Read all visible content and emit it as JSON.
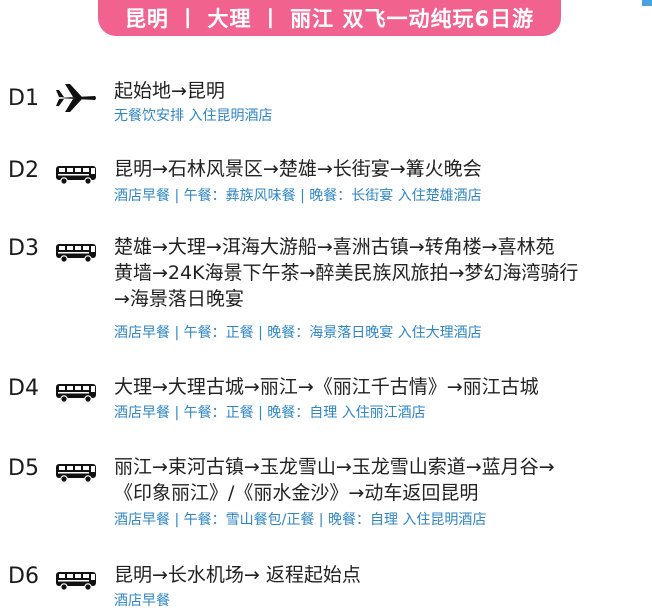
{
  "banner": {
    "title": "昆明 丨 大理 丨 丽江 双飞一动纯玩6日游"
  },
  "days": [
    {
      "label": "D1",
      "icon": "airplane-icon",
      "route_lines": [
        "起始地→昆明"
      ],
      "meta": "无餐饮安排     入住昆明酒店"
    },
    {
      "label": "D2",
      "icon": "bus-icon",
      "route_lines": [
        "昆明→石林风景区→楚雄→长街宴→篝火晚会"
      ],
      "meta": "酒店早餐 | 午餐：彝族风味餐 | 晚餐：长街宴     入住楚雄酒店"
    },
    {
      "label": "D3",
      "icon": "bus-icon",
      "route_lines": [
        "楚雄→大理→洱海大游船→喜洲古镇→转角楼→喜林苑",
        "黄墙→24K海景下午茶→醉美民族风旅拍→梦幻海湾骑行",
        "→海景落日晚宴"
      ],
      "meta": "酒店早餐 | 午餐：正餐 | 晚餐：海景落日晚宴     入住大理酒店"
    },
    {
      "label": "D4",
      "icon": "bus-icon",
      "route_lines": [
        "大理→大理古城→丽江→《丽江千古情》→丽江古城"
      ],
      "meta": "酒店早餐 | 午餐：正餐 | 晚餐：自理     入住丽江酒店"
    },
    {
      "label": "D5",
      "icon": "bus-icon",
      "route_lines": [
        "丽江→束河古镇→玉龙雪山→玉龙雪山索道→蓝月谷→",
        "《印象丽江》/《丽水金沙》→动车返回昆明"
      ],
      "meta": "酒店早餐 | 午餐：雪山餐包/正餐 | 晚餐：自理     入住昆明酒店"
    },
    {
      "label": "D6",
      "icon": "bus-icon",
      "route_lines": [
        "昆明→长水机场→ 返程起始点"
      ],
      "meta": "酒店早餐"
    }
  ],
  "colors": {
    "banner": "#f2628f",
    "meta_text": "#2f86c7",
    "route_text": "#222222"
  }
}
